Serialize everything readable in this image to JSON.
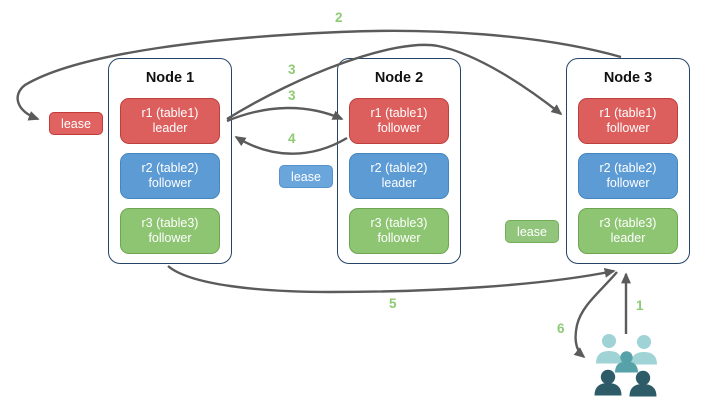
{
  "diagram": {
    "nodes": [
      {
        "title": "Node 1",
        "replicas": [
          {
            "name": "r1 (table1)",
            "role": "leader",
            "color": "red"
          },
          {
            "name": "r2 (table2)",
            "role": "follower",
            "color": "blue"
          },
          {
            "name": "r3 (table3)",
            "role": "follower",
            "color": "green"
          }
        ]
      },
      {
        "title": "Node 2",
        "replicas": [
          {
            "name": "r1 (table1)",
            "role": "follower",
            "color": "red"
          },
          {
            "name": "r2 (table2)",
            "role": "leader",
            "color": "blue"
          },
          {
            "name": "r3 (table3)",
            "role": "follower",
            "color": "green"
          }
        ]
      },
      {
        "title": "Node 3",
        "replicas": [
          {
            "name": "r1 (table1)",
            "role": "follower",
            "color": "red"
          },
          {
            "name": "r2 (table2)",
            "role": "follower",
            "color": "blue"
          },
          {
            "name": "r3 (table3)",
            "role": "leader",
            "color": "green"
          }
        ]
      }
    ],
    "leases": [
      {
        "label": "lease",
        "color": "red"
      },
      {
        "label": "lease",
        "color": "blue"
      },
      {
        "label": "lease",
        "color": "green"
      }
    ],
    "steps": {
      "s1": "1",
      "s2": "2",
      "s3a": "3",
      "s3b": "3",
      "s4": "4",
      "s5": "5",
      "s6": "6"
    },
    "icons": {
      "users": "users-group-icon"
    },
    "colors": {
      "node_border": "#254467",
      "replica_red": "#dd5f5d",
      "replica_red_border": "#bc403d",
      "replica_blue": "#5d9bd5",
      "replica_blue_border": "#4586c0",
      "replica_green": "#8dc572",
      "replica_green_border": "#6da550",
      "lease_red": "#e06361",
      "lease_blue": "#6aa5dc",
      "lease_green": "#92c57c",
      "step_label_green": "#8ecb74",
      "arrow_gray": "#5b5b5b",
      "users_light_teal": "#9fd3d6",
      "users_medium_teal": "#57a1a8",
      "users_dark_teal": "#2d5b68"
    }
  }
}
